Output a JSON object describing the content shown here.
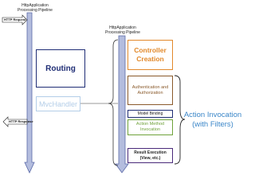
{
  "pipeline_left": {
    "title": "HttpApplication Processing Pipeline",
    "request_label": "HTTP Request",
    "response_label": "HTTP Response"
  },
  "pipeline_right": {
    "title": "HttpApplication Processing Pipeline"
  },
  "boxes": {
    "routing": "Routing",
    "mvc_handler": "MvcHandler",
    "controller_creation": "Controller Creation",
    "auth": "Authentication and Authorization",
    "model_binding": "Model Binding",
    "action_method": "Action Method Invocation",
    "result_execution": "Result Execution (View, etc.)"
  },
  "action_invocation_label": "Action Invocation (with Filters)",
  "colors": {
    "pipe_fill": "#b4bdde",
    "pipe_stroke": "#5b6aa8",
    "navy": "#1f2d75",
    "orange": "#e2892b",
    "brown": "#8a5a2b",
    "green": "#6fa23a",
    "purple": "#4a2a7a",
    "light_blue": "#b3cde8",
    "action_blue": "#3a86c8",
    "gray_line": "#9a9a9a"
  }
}
